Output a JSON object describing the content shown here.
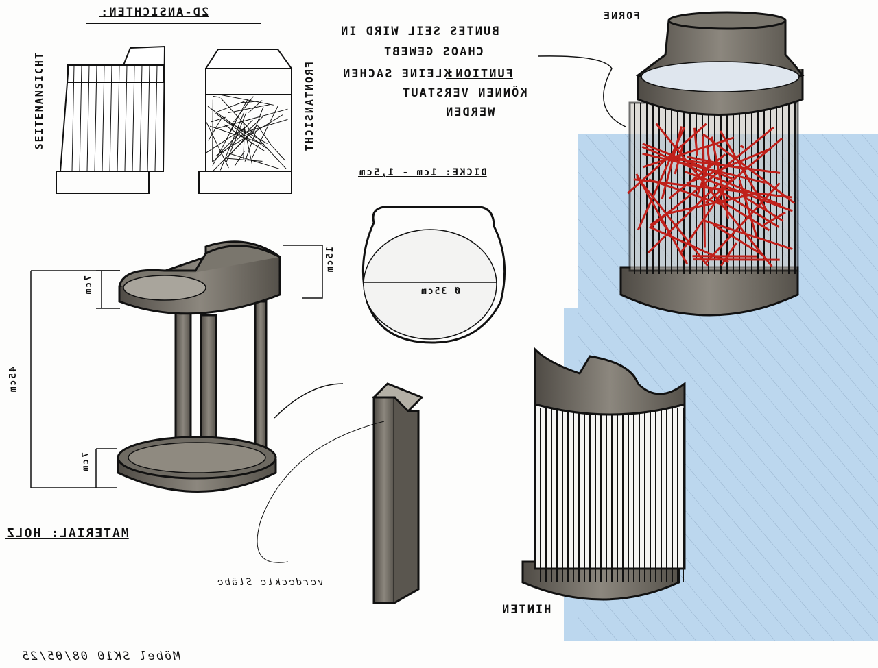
{
  "labels": {
    "title_2d": "2D-ANSICHTEN:",
    "side_view": "SEITENANSICHT",
    "front_view": "FRONTANSICHT",
    "front": "FORNE",
    "note_line1": "BUNTES SEIL WIRD IN",
    "note_line2": "CHAOS GEWEBT",
    "function_label": "FUNTION:",
    "function_line1": "KLEINE SACHEN",
    "function_line2": "KÖNNEN VERSTAUT",
    "function_line3": "WERDEN",
    "thickness": "DICKE: 1cm - 1,5cm",
    "diameter": "Ø 35cm",
    "dim_15": "15cm",
    "dim_7_top": "7cm",
    "dim_45": "45cm",
    "dim_7_bottom": "7cm",
    "material": "MATERIAL: HOLZ",
    "hidden_rods": "verdeckte Stäbe",
    "back": "HINTEN",
    "footer": "Möbel SK10   08/05/25"
  },
  "colors": {
    "ink": "#111111",
    "wood_grey": "#6e6a62",
    "rope_red": "#c0201a",
    "background_blue": "#bcd7ee"
  }
}
